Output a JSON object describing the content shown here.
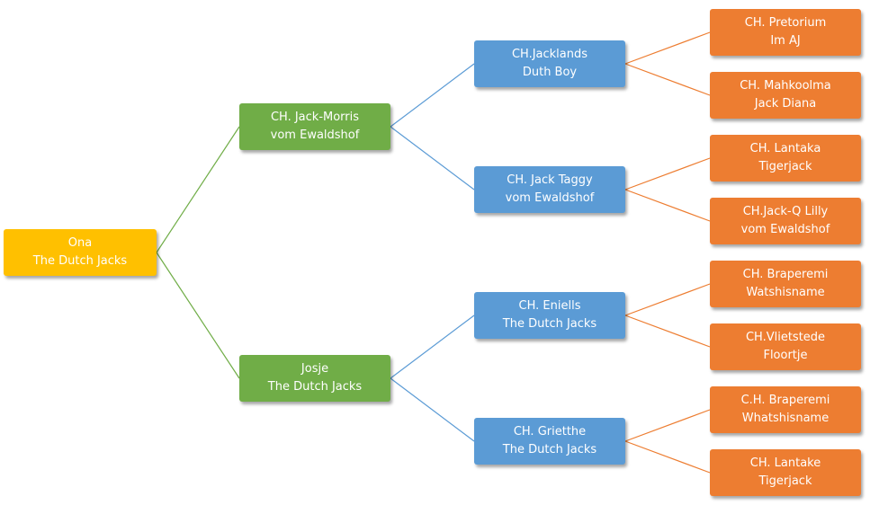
{
  "colors": {
    "gen0": "#FFC000",
    "gen1": "#70AD47",
    "gen2": "#5B9BD5",
    "gen3": "#ED7D31",
    "line_gen1": "#70AD47",
    "line_gen2": "#5B9BD5",
    "line_gen3": "#ED7D31"
  },
  "pedigree": {
    "subject": {
      "line1": "Ona",
      "line2": "The Dutch Jacks"
    },
    "sire": {
      "line1": "CH. Jack-Morris",
      "line2": "vom Ewaldshof"
    },
    "dam": {
      "line1": "Josje",
      "line2": "The Dutch Jacks"
    },
    "sire_sire": {
      "line1": "CH.Jacklands",
      "line2": "Duth Boy"
    },
    "sire_dam": {
      "line1": "CH. Jack Taggy",
      "line2": "vom Ewaldshof"
    },
    "dam_sire": {
      "line1": "CH. Eniells",
      "line2": "The Dutch Jacks"
    },
    "dam_dam": {
      "line1": "CH. Grietthe",
      "line2": "The Dutch Jacks"
    },
    "ggp": [
      {
        "line1": "CH. Pretorium",
        "line2": "Im AJ"
      },
      {
        "line1": "CH. Mahkoolma",
        "line2": "Jack Diana"
      },
      {
        "line1": "CH. Lantaka",
        "line2": "Tigerjack"
      },
      {
        "line1": "CH.Jack-Q Lilly",
        "line2": "vom Ewaldshof"
      },
      {
        "line1": "CH. Braperemi",
        "line2": "Watshisname"
      },
      {
        "line1": "CH.Vlietstede",
        "line2": "Floortje"
      },
      {
        "line1": "C.H. Braperemi",
        "line2": "Whatshisname"
      },
      {
        "line1": "CH. Lantake",
        "line2": "Tigerjack"
      }
    ]
  }
}
